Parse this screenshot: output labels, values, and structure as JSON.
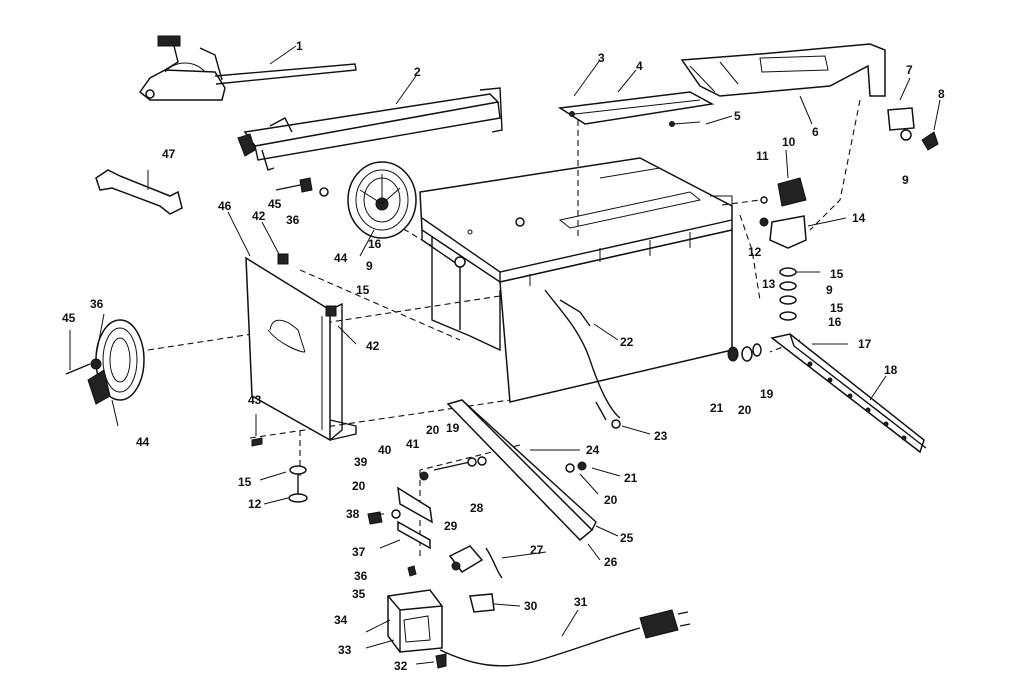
{
  "part_labels": {
    "p1": "1",
    "p2": "2",
    "p3": "3",
    "p4": "4",
    "p5": "5",
    "p6": "6",
    "p7": "7",
    "p8": "8",
    "p9a": "9",
    "p10": "10",
    "p11": "11",
    "p12a": "12",
    "p13": "13",
    "p14": "14",
    "p15a": "15",
    "p9b": "9",
    "p15b": "15",
    "p16a": "16",
    "p17": "17",
    "p18": "18",
    "p19a": "19",
    "p20a": "20",
    "p21a": "21",
    "p22": "22",
    "p23": "23",
    "p24": "24",
    "p25": "25",
    "p26": "26",
    "p27": "27",
    "p28": "28",
    "p29": "29",
    "p30": "30",
    "p31": "31",
    "p32": "32",
    "p33": "33",
    "p34": "34",
    "p35": "35",
    "p36a": "36",
    "p37": "37",
    "p38": "38",
    "p39": "39",
    "p40": "40",
    "p41": "41",
    "p20b": "20",
    "p19b": "19",
    "p21b": "21",
    "p20c": "20",
    "p20d": "20",
    "p43": "43",
    "p15c": "15",
    "p12b": "12",
    "p44a": "44",
    "p45a": "45",
    "p36b": "36",
    "p46": "46",
    "p42a": "42",
    "p42b": "42",
    "p16b": "16",
    "p9c": "9",
    "p15d": "15",
    "p44b": "44",
    "p45b": "45",
    "p36c": "36",
    "p47": "47"
  }
}
